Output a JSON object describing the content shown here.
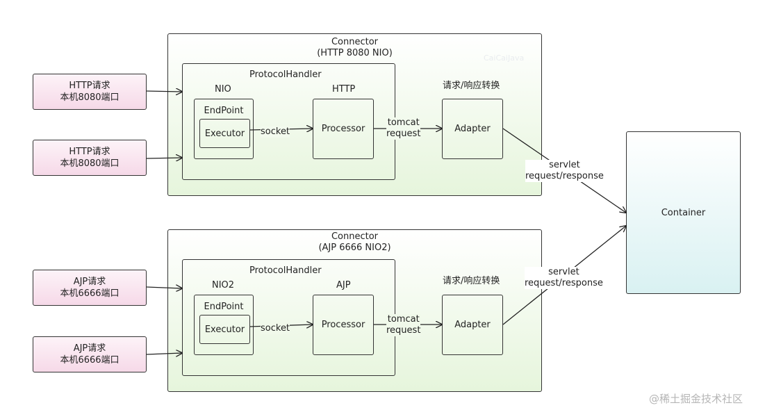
{
  "requests": [
    {
      "line1": "HTTP请求",
      "line2": "本机8080端口"
    },
    {
      "line1": "HTTP请求",
      "line2": "本机8080端口"
    },
    {
      "line1": "AJP请求",
      "line2": "本机6666端口"
    },
    {
      "line1": "AJP请求",
      "line2": "本机6666端口"
    }
  ],
  "connectors": [
    {
      "title_line1": "Connector",
      "title_line2": "(HTTP 8080 NIO)",
      "handler_label": "ProtocolHandler",
      "io_model": "NIO",
      "protocol": "HTTP",
      "endpoint_label": "EndPoint",
      "executor_label": "Executor",
      "socket_label": "socket",
      "processor_label": "Processor",
      "tomcat_request_line1": "tomcat",
      "tomcat_request_line2": "request",
      "conversion_label": "请求/响应转换",
      "adapter_label": "Adapter",
      "servlet_line1": "servlet",
      "servlet_line2": "request/response"
    },
    {
      "title_line1": "Connector",
      "title_line2": "(AJP 6666 NIO2)",
      "handler_label": "ProtocolHandler",
      "io_model": "NIO2",
      "protocol": "AJP",
      "endpoint_label": "EndPoint",
      "executor_label": "Executor",
      "socket_label": "socket",
      "processor_label": "Processor",
      "tomcat_request_line1": "tomcat",
      "tomcat_request_line2": "request",
      "conversion_label": "请求/响应转换",
      "adapter_label": "Adapter",
      "servlet_line1": "servlet",
      "servlet_line2": "request/response"
    }
  ],
  "container_label": "Container",
  "watermark": "CaiCaiJava",
  "footer_watermark": "@稀土掘金技术社区"
}
